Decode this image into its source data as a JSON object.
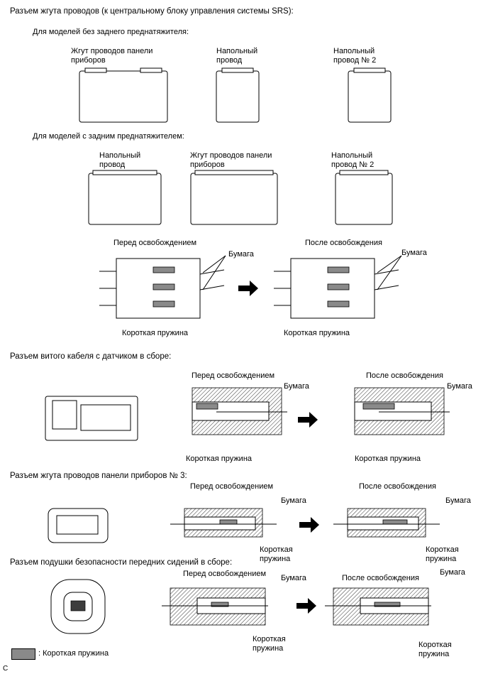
{
  "header": {
    "main_title": "Разъем жгута проводов (к центральному блоку управления системы SRS):"
  },
  "section1": {
    "no_pretensioner": "Для моделей без заднего преднатяжителя:",
    "with_pretensioner": "Для моделей с задним преднатяжителем:",
    "c1_label": "Жгут проводов панели приборов",
    "c2_label": "Напольный провод",
    "c3_label": "Напольный провод № 2"
  },
  "release": {
    "before": "Перед освобождением",
    "after": "После освобождения",
    "paper": "Бумага",
    "short_spring": "Короткая пружина",
    "short_spring_2line": "Короткая пружина"
  },
  "section2": {
    "title": "Разъем витого кабеля с датчиком в сборе:"
  },
  "section3": {
    "title": "Разъем жгута проводов панели приборов № 3:"
  },
  "section4": {
    "title": "Разъем подушки безопасности передних сидений в сборе:"
  },
  "legend": {
    "text": ": Короткая пружина",
    "swatch_color": "#8a8a8a"
  },
  "footer": {
    "code": "C"
  }
}
